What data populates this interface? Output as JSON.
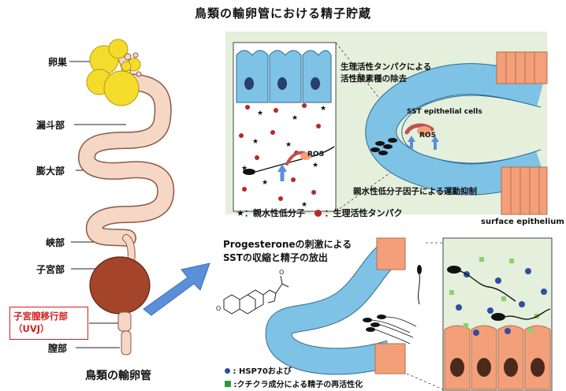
{
  "title": "鳥類の輸卵管における精子貯蔵",
  "oviduct": {
    "labels": {
      "ovary": "卵巣",
      "infundibulum": "漏斗部",
      "magnum": "膨大部",
      "isthmus": "峡部",
      "uterus": "子宮部",
      "uvj_line1": "子宮膣移行部",
      "uvj_line2": "（UVJ）",
      "vagina": "膣部"
    },
    "caption": "鳥類の輸卵管"
  },
  "upper_panel": {
    "ros_removal_line1": "生理活性タンパクによる",
    "ros_removal_line2": "活性酸素種の除去",
    "sst_label": "SST epithelial cells",
    "ros_label_small": "ROS",
    "ros_label_zoom": "ROS",
    "motility_suppression": "親水性低分子因子による運動抑制",
    "legend_star": "★：親水性低分子",
    "legend_dot": "：生理活性タンパク",
    "surface_epithelium": "surface epithelium"
  },
  "lower_panel": {
    "progesterone_line1": "Progesteroneの刺激による",
    "progesterone_line2": "SSTの収縮と精子の放出",
    "legend_hsp70": ": HSP70および",
    "legend_green": ":クチクラ成分による精子の再活性化"
  },
  "colors": {
    "accent_red": "#d32020",
    "yolk_yellow": "#f5dc2c",
    "oviduct_pink": "#f6d6c4",
    "uterus_brown": "#a4442a",
    "tubule_blue": "#7ec3e6",
    "cell_orange": "#f3a07a",
    "panel_green": "#e4efdc",
    "arrow_blue": "#5b8fd8"
  }
}
